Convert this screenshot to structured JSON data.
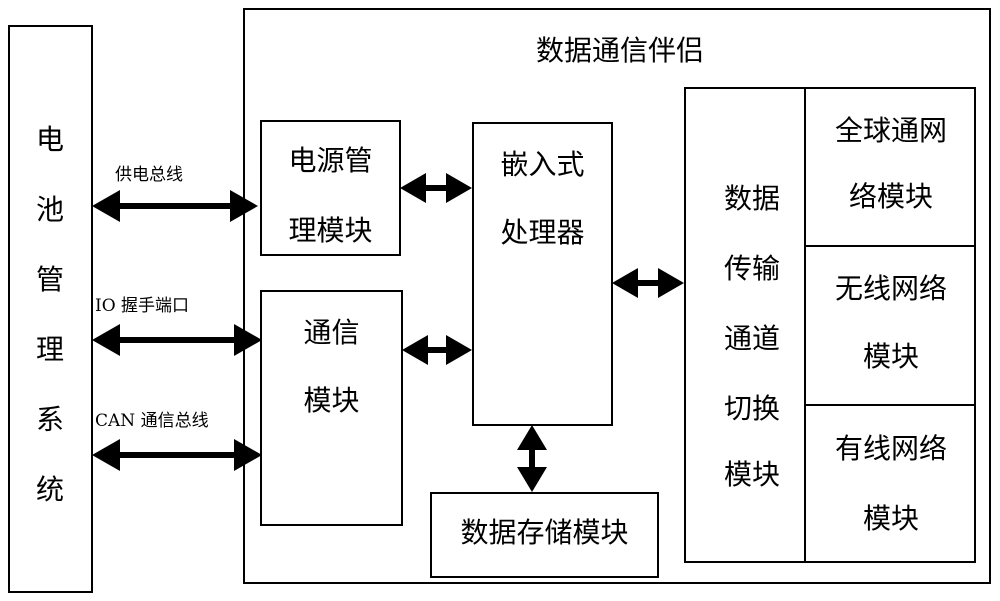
{
  "left_block": {
    "chars": [
      "电",
      "池",
      "管",
      "理",
      "系",
      "统"
    ]
  },
  "companion": {
    "title": "数据通信伴侣"
  },
  "power_module": {
    "line1": "电源管",
    "line2": "理模块"
  },
  "comm_module": {
    "line1": "通信",
    "line2": "模块"
  },
  "processor": {
    "line1": "嵌入式",
    "line2": "处理器"
  },
  "storage": {
    "label": "数据存储模块"
  },
  "switch_module": {
    "lines": [
      "数据",
      "传输",
      "通道",
      "切换",
      "模块"
    ]
  },
  "network_modules": [
    {
      "line1": "全球通网",
      "line2": "络模块"
    },
    {
      "line1": "无线网络",
      "line2": "模块"
    },
    {
      "line1": "有线网络",
      "line2": "模块"
    }
  ],
  "bus_labels": {
    "power_bus": "供电总线",
    "io_port": "IO 握手端口",
    "can_bus": "CAN 通信总线"
  }
}
